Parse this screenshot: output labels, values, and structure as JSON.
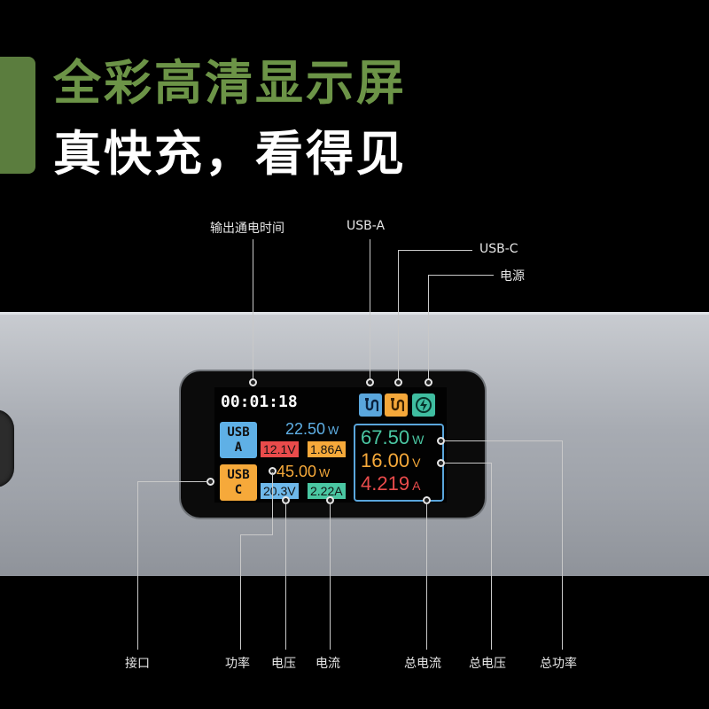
{
  "headline": {
    "line1": "全彩高清显示屏",
    "line2": "真快充，看得见"
  },
  "callouts": {
    "output_time": "输出通电时间",
    "usb_a": "USB-A",
    "usb_c": "USB-C",
    "power_source": "电源",
    "port": "接口",
    "power": "功率",
    "voltage": "电压",
    "current": "电流",
    "total_current": "总电流",
    "total_voltage": "总电压",
    "total_power": "总功率"
  },
  "screen": {
    "timer": "00:01:18",
    "icons": [
      "usb-a-cable-icon",
      "usb-c-cable-icon",
      "power-bolt-icon"
    ],
    "usb_a": {
      "label_top": "USB",
      "label_bottom": "A",
      "power": "22.50",
      "power_unit": "W",
      "voltage": "12.1V",
      "current": "1.86A"
    },
    "usb_c": {
      "label_top": "USB",
      "label_bottom": "C",
      "power": "45.00",
      "power_unit": "W",
      "voltage": "20.3V",
      "current": "2.22A"
    },
    "total": {
      "power": "67.50",
      "power_unit": "W",
      "voltage": "16.00",
      "voltage_unit": "V",
      "current": "4.219",
      "current_unit": "A"
    }
  },
  "colors": {
    "accent_green": "#6c9447",
    "usb_a_blue": "#5fb0e6",
    "usb_c_orange": "#f6a93a",
    "total_teal": "#4ac6a2",
    "current_red": "#e94b4b"
  }
}
